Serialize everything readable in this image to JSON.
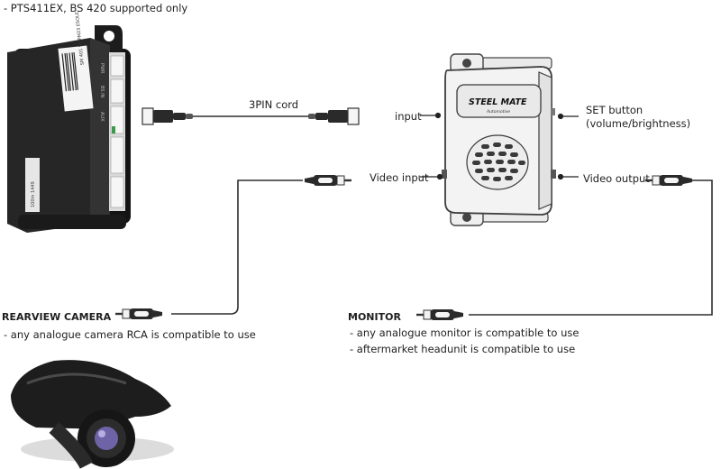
{
  "header_note": "- PTS411EX, BS 420 supported only",
  "cord_label": "3PIN cord",
  "module": {
    "input_label": "input",
    "video_input_label": "Video input",
    "set_button_line1": "SET button",
    "set_button_line2": "(volume/brightness)",
    "video_output_label": "Video output",
    "brand_text": "STEEL MATE",
    "brand_sub": "Automotive"
  },
  "sensor_box": {
    "sticker_text": "SM 401 SP PM23 ESOLE",
    "port_labels": [
      "PWR",
      "BS IN",
      "AUX"
    ],
    "side_sticker": "100m 1449"
  },
  "camera": {
    "title": "REARVIEW CAMERA",
    "note": "- any analogue camera RCA is compatible to use"
  },
  "monitor": {
    "title": "MONITOR",
    "note1": "- any analogue monitor is compatible to use",
    "note2": "- aftermarket headunit is compatible to use"
  },
  "colors": {
    "device_dark": "#222222",
    "module_white": "#f2f2f2",
    "cable": "#2b2b2b",
    "camera_body": "#1b1b1b",
    "lens": "#6f63a8"
  },
  "icons": [
    "sensor-control-box",
    "display-module",
    "rca-plug",
    "3pin-connector",
    "rear-camera"
  ]
}
